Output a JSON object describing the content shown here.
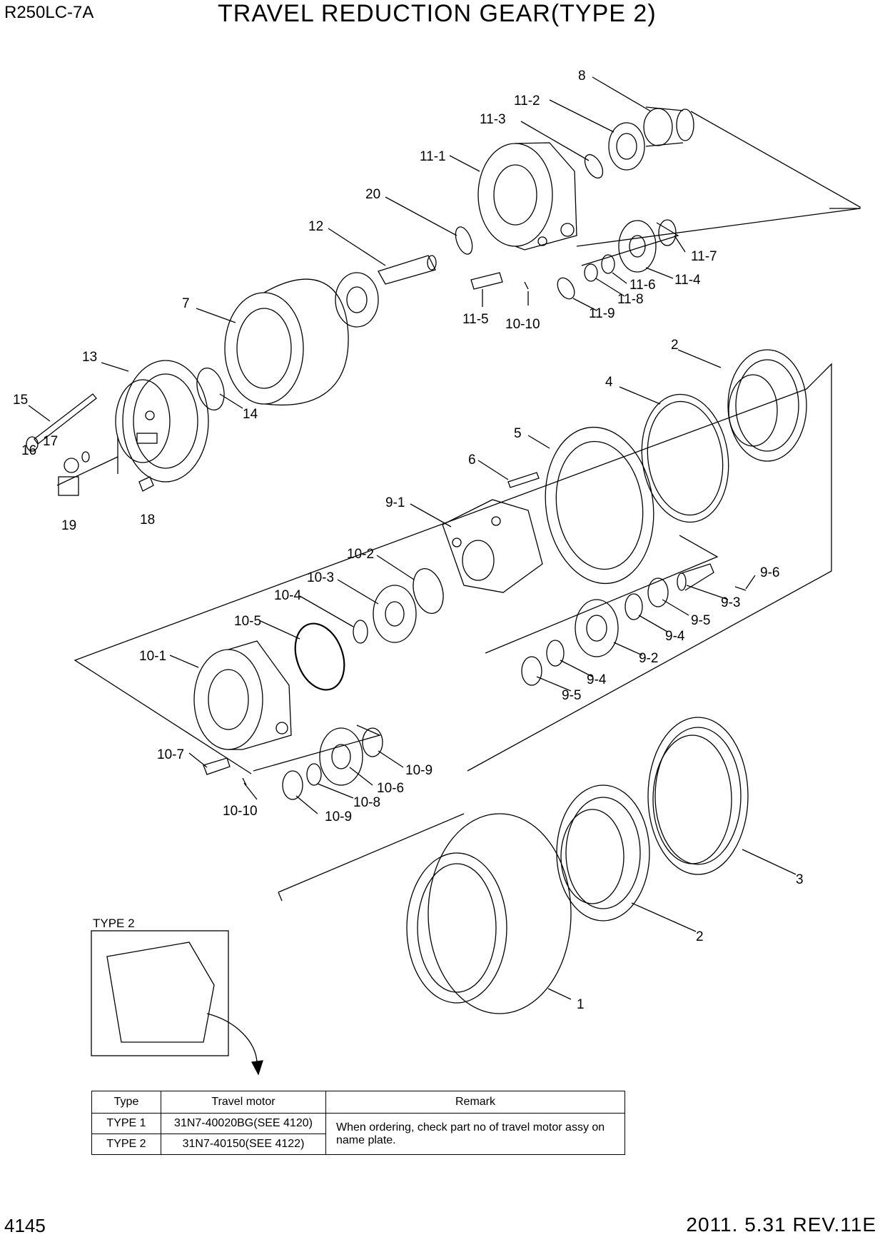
{
  "header": {
    "model": "R250LC-7A",
    "title": "TRAVEL REDUCTION GEAR(TYPE 2)"
  },
  "callouts": [
    "8",
    "11-2",
    "11-3",
    "11-1",
    "20",
    "12",
    "11-7",
    "11-4",
    "11-6",
    "11-8",
    "11-9",
    "11-5",
    "10-10",
    "7",
    "13",
    "15",
    "14",
    "17",
    "16",
    "19",
    "18",
    "2",
    "4",
    "5",
    "6",
    "9-1",
    "10-2",
    "10-3",
    "10-4",
    "9-6",
    "9-3",
    "9-5",
    "9-4",
    "10-5",
    "10-1",
    "9-2",
    "9-4",
    "9-5",
    "10-7",
    "10-9",
    "10-6",
    "10-8",
    "10-10",
    "10-9",
    "3",
    "2",
    "1"
  ],
  "inset": {
    "label": "TYPE 2"
  },
  "table": {
    "headers": [
      "Type",
      "Travel motor",
      "Remark"
    ],
    "rows": [
      {
        "type": "TYPE 1",
        "motor": "31N7-40020BG(SEE 4120)"
      },
      {
        "type": "TYPE 2",
        "motor": "31N7-40150(SEE 4122)"
      }
    ],
    "remark": "When ordering, check part no of travel motor assy on name plate."
  },
  "footer": {
    "page": "4145",
    "revision": "2011. 5.31  REV.11E"
  }
}
